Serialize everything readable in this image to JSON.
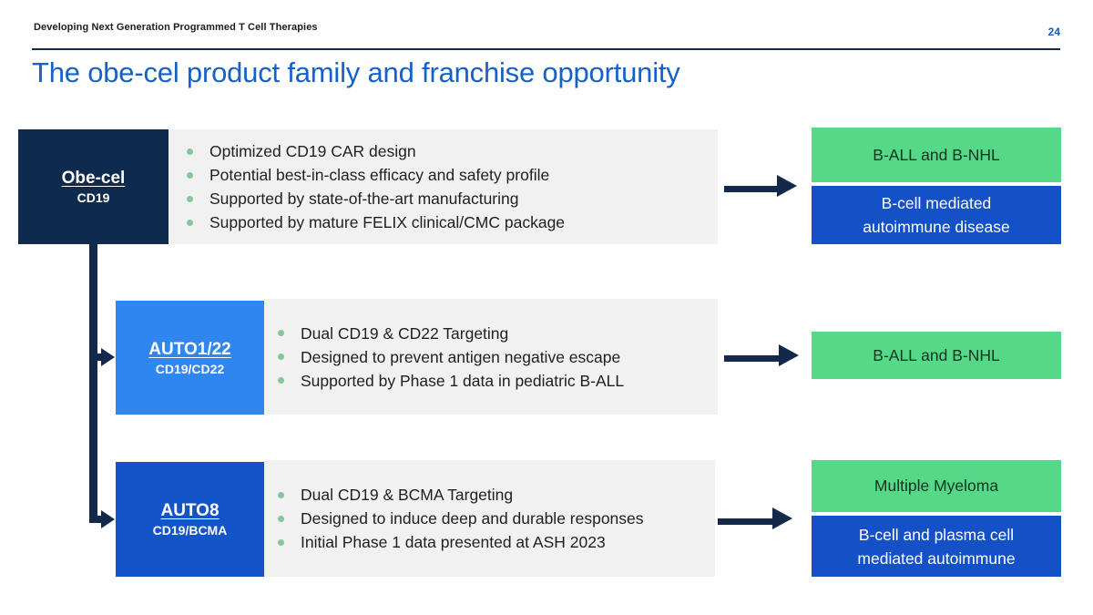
{
  "slide": {
    "eyebrow": "Developing Next Generation Programmed T Cell Therapies",
    "page_number": "24",
    "title": "The obe-cel product family and franchise opportunity"
  },
  "rows": [
    {
      "product": {
        "name": "Obe-cel",
        "subtitle": "CD19"
      },
      "bullets": [
        "Optimized CD19 CAR design",
        "Potential best-in-class efficacy and safety profile",
        "Supported by state-of-the-art manufacturing",
        "Supported by mature FELIX clinical/CMC package"
      ],
      "oncology_indication": "B-ALL and B-NHL",
      "autoimmune_indication": "B-cell mediated\nautoimmune disease"
    },
    {
      "product": {
        "name": "AUTO1/22",
        "subtitle": "CD19/CD22"
      },
      "bullets": [
        "Dual CD19 & CD22 Targeting",
        "Designed to prevent antigen negative escape",
        "Supported by Phase 1 data in pediatric B-ALL"
      ],
      "oncology_indication": "B-ALL and B-NHL"
    },
    {
      "product": {
        "name": "AUTO8",
        "subtitle": "CD19/BCMA"
      },
      "bullets": [
        "Dual CD19 & BCMA Targeting",
        "Designed to induce deep and durable responses",
        "Initial Phase 1 data presented at ASH 2023"
      ],
      "oncology_indication": "Multiple Myeloma",
      "autoimmune_indication": "B-cell and plasma cell\nmediated autoimmune"
    }
  ],
  "colors": {
    "title_blue": "#1661c7",
    "navy": "#0e2a4c",
    "bright_blue": "#2e86ee",
    "medium_blue": "#1355c9",
    "indication_blue": "#1450c6",
    "indication_green": "#55d989",
    "panel_gray": "#f1f1f1",
    "bullet_dot_green": "#85c79c",
    "connector_navy": "#12294b"
  }
}
